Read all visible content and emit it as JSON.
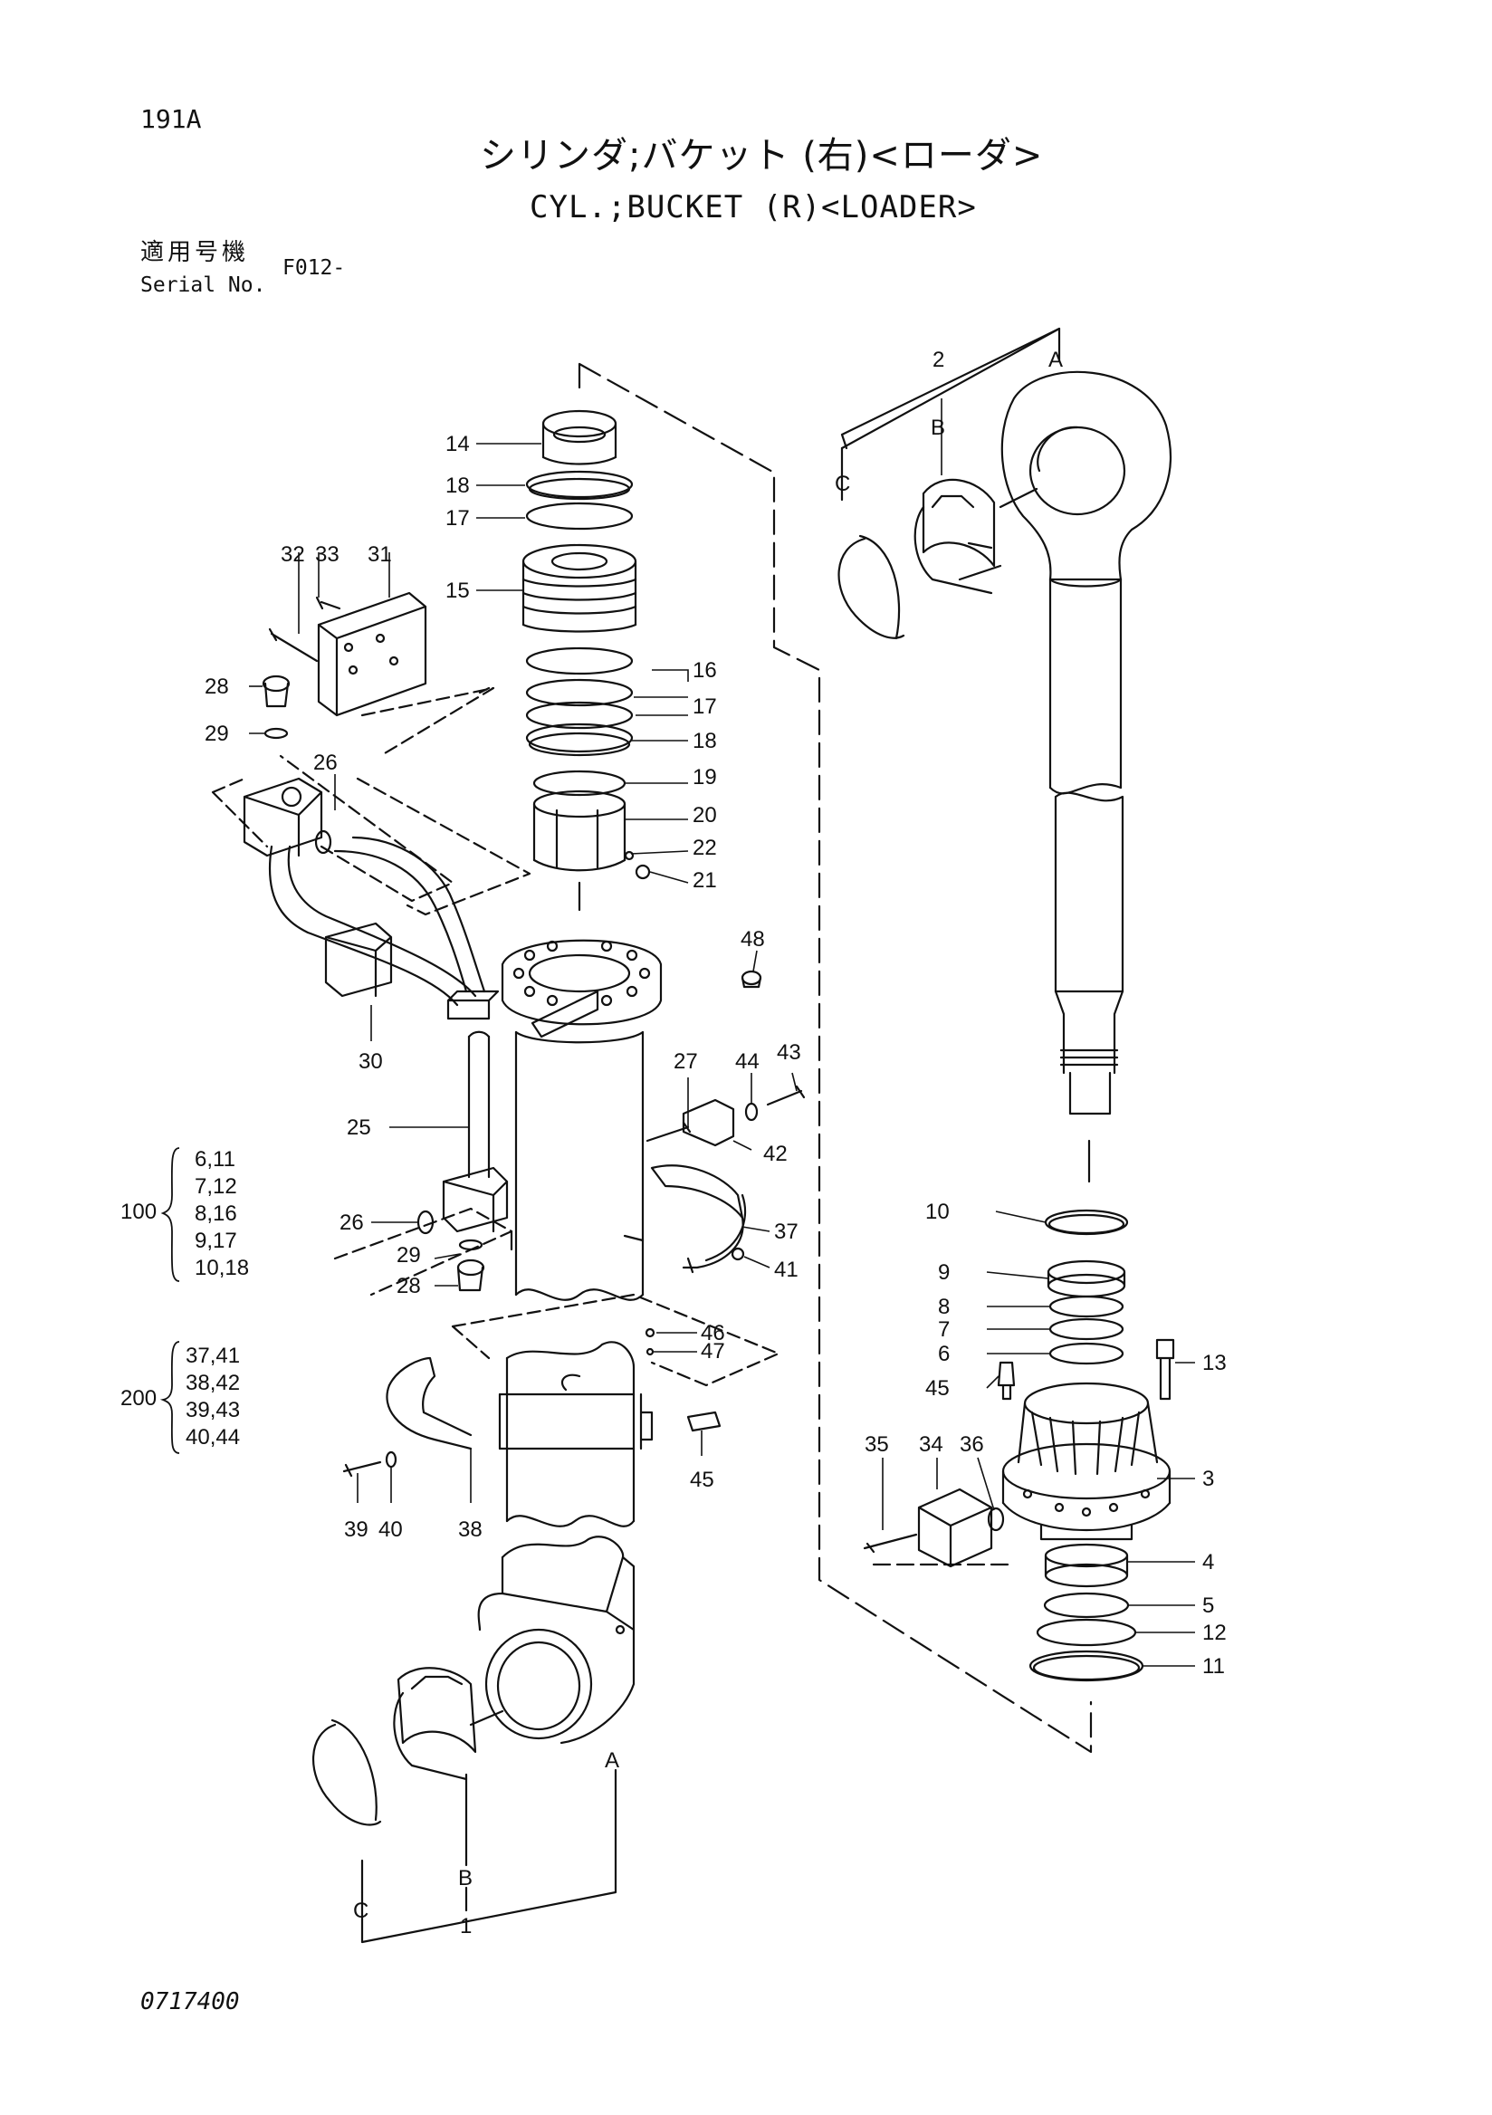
{
  "header": {
    "page_number": "191A",
    "title_jp": "シリンダ;バケット (右)<ローダ>",
    "title_en": "CYL.;BUCKET (R)<LOADER>",
    "serial_label_jp": "適用号機",
    "serial_label_en": "Serial No.",
    "serial_value": "F012-"
  },
  "footer": {
    "drawing_number": "0717400"
  },
  "callouts": {
    "p1": "1",
    "p2": "2",
    "p3": "3",
    "p4": "4",
    "p5": "5",
    "p6": "6",
    "p7": "7",
    "p8": "8",
    "p9": "9",
    "p10": "10",
    "p11": "11",
    "p12": "12",
    "p13": "13",
    "p14": "14",
    "p15": "15",
    "p16": "16",
    "p17a": "17",
    "p17b": "17",
    "p18a": "18",
    "p18b": "18",
    "p19": "19",
    "p20": "20",
    "p21": "21",
    "p22": "22",
    "p25": "25",
    "p26a": "26",
    "p26b": "26",
    "p27": "27",
    "p28a": "28",
    "p28b": "28",
    "p29a": "29",
    "p29b": "29",
    "p30": "30",
    "p31": "31",
    "p32": "32",
    "p33": "33",
    "p34": "34",
    "p35": "35",
    "p36": "36",
    "p37": "37",
    "p38": "38",
    "p39": "39",
    "p40": "40",
    "p41": "41",
    "p42": "42",
    "p43": "43",
    "p44": "44",
    "p45a": "45",
    "p45b": "45",
    "p46": "46",
    "p47": "47",
    "p48": "48",
    "refA1": "A",
    "refA2": "A",
    "refB1": "B",
    "refB2": "B",
    "refC1": "C",
    "refC2": "C"
  },
  "kits": {
    "k100": {
      "label": "100",
      "items": [
        "6,11",
        "7,12",
        "8,16",
        "9,17",
        "10,18"
      ]
    },
    "k200": {
      "label": "200",
      "items": [
        "37,41",
        "38,42",
        "39,43",
        "40,44"
      ]
    }
  }
}
